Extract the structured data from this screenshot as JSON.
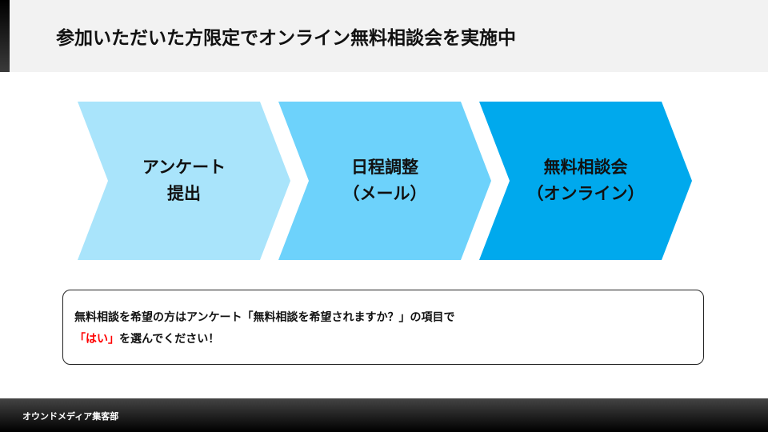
{
  "header": {
    "title": "参加いただいた方限定でオンライン無料相談会を実施中"
  },
  "steps": [
    {
      "line1": "アンケート",
      "line2": "提出",
      "color": "#a9e4fb"
    },
    {
      "line1": "日程調整",
      "line2": "（メール）",
      "color": "#6dd2fb"
    },
    {
      "line1": "無料相談会",
      "line2": "（オンライン）",
      "color": "#00a9ed"
    }
  ],
  "note": {
    "line1": "無料相談を希望の方はアンケート「無料相談を希望されますか？」の項目で",
    "line2_highlight": "「はい」",
    "line2_rest": "を選んでください！"
  },
  "footer": {
    "text": "オウンドメディア集客部"
  }
}
